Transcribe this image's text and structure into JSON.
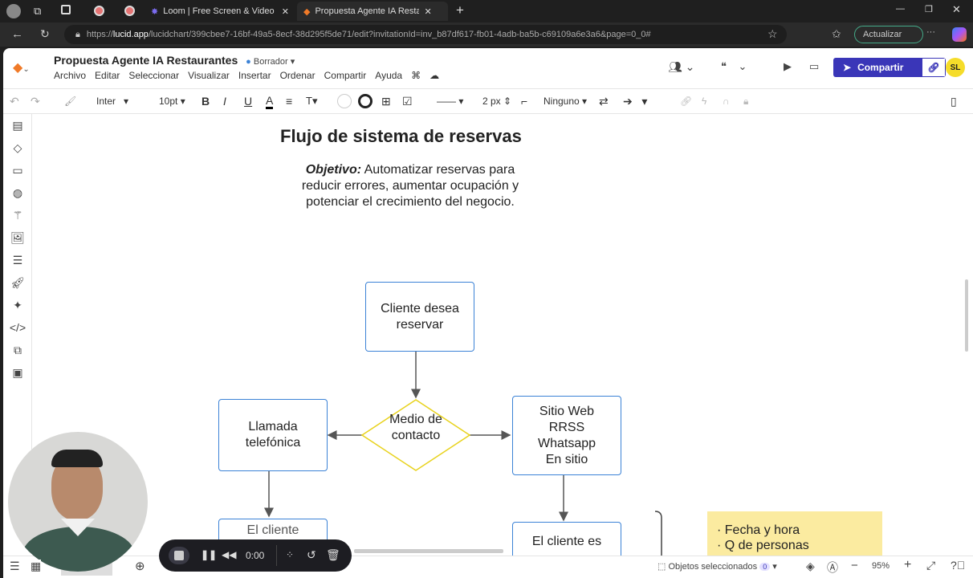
{
  "browser": {
    "tabs": [
      {
        "label": "Loom | Free Screen & Video Reco"
      },
      {
        "label": "Propuesta Agente IA Restaura"
      }
    ],
    "url_prefix": "https://",
    "url_domain": "lucid.app",
    "url_rest": "/lucidchart/399cbee7-16bf-49a5-8ecf-38d295f5de71/edit?invitationId=inv_b87df617-fb01-4adb-ba5b-c69109a6e3a6&page=0_0#",
    "update_label": "Actualizar"
  },
  "app": {
    "title": "Propuesta Agente IA Restaurantes",
    "status": "Borrador",
    "menu": [
      "Archivo",
      "Editar",
      "Seleccionar",
      "Visualizar",
      "Insertar",
      "Ordenar",
      "Compartir",
      "Ayuda"
    ],
    "share_label": "Compartir",
    "avatar": "SL"
  },
  "toolbar": {
    "font": "Inter",
    "size": "10pt",
    "line_width": "2 px",
    "endpoint": "Ninguno"
  },
  "diagram": {
    "title": "Flujo de sistema de reservas",
    "objective_label": "Objetivo:",
    "objective_text": " Automatizar reservas para reducir errores, aumentar ocupación y potenciar el crecimiento del negocio.",
    "nodes": {
      "start": "Cliente desea reservar",
      "decision": "Medio de contacto",
      "phone": "Llamada telefónica",
      "web": "Sitio Web\nRRSS\nWhatsapp\nEn sitio",
      "phone_next": "El cliente",
      "web_next": "El cliente es"
    },
    "note": [
      "· Fecha y hora",
      "· Q de personas"
    ]
  },
  "colors": {
    "accent": "#3a36b8",
    "node_border": "#3b82d6",
    "decision_border": "#e8d21c",
    "note": "#fbeba0"
  },
  "recorder": {
    "time": "0:00"
  },
  "bottom": {
    "selected_label": "Objetos seleccionados",
    "selected_count": "0",
    "zoom": "95%"
  }
}
